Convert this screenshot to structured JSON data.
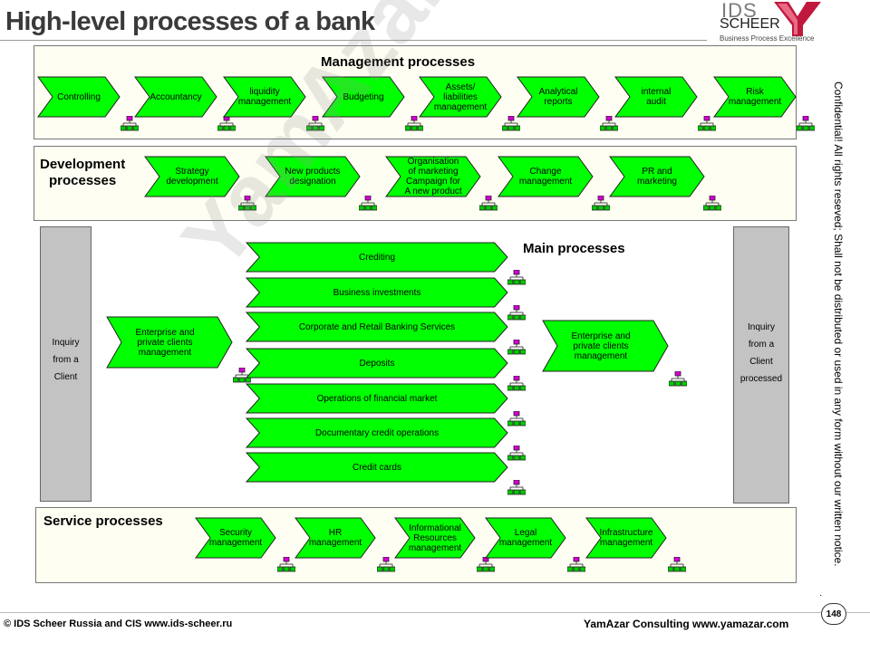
{
  "header": {
    "title": "High-level processes of a bank",
    "logo": {
      "line1": "IDS",
      "line2": "SCHEER",
      "tagline": "Business Process Excellence"
    }
  },
  "sections": {
    "management": "Management processes",
    "development": "Development\nprocesses",
    "main": "Main processes",
    "service": "Service processes"
  },
  "management_processes": [
    "Controlling",
    "Accountancy",
    "liquidity\nmanagement",
    "Budgeting",
    "Assets/\nliabilities\nmanagement",
    "Analytical\nreports",
    "internal\naudit",
    "Risk\nmanagement"
  ],
  "development_processes": [
    "Strategy\ndevelopment",
    "New products\ndesignation",
    "Organisation\nof marketing\nCampaign for\nA new product",
    "Change\nmanagement",
    "PR and\nmarketing"
  ],
  "main_flow": {
    "input": "Enterprise and\nprivate clients\nmanagement",
    "steps": [
      "Crediting",
      "Business investments",
      "Corporate and Retail Banking Services",
      "Deposits",
      "Operations of financial market",
      "Documentary credit operations",
      "Credit cards"
    ],
    "output": "Enterprise and\nprivate clients\nmanagement"
  },
  "side_boxes": {
    "left": "Inquiry\nfrom a\nClient",
    "right": "Inquiry\nfrom a\nClient\nprocessed"
  },
  "service_processes": [
    "Security\nmanagement",
    "HR\nmanagement",
    "Informational\nResources\nmanagement",
    "Legal\nmanagement",
    "Infrastructure\nmanagement"
  ],
  "watermark": "YamAzar",
  "confidential_notice": "Confidential! All rights reseved; Shall not be distributed or used in any form without our written notice.",
  "footer": {
    "left": "© IDS Scheer Russia and CIS  www.ids-scheer.ru",
    "right": "YamAzar Consulting www.yamazar.com",
    "page": "148",
    "page_dot": "·"
  },
  "colors": {
    "chevron_fill": "#00ff00",
    "panel_bg": "#fffef2",
    "side_box": "#c3c3c3",
    "org_top": "#d400d4",
    "org_bottom": "#00cc00"
  }
}
